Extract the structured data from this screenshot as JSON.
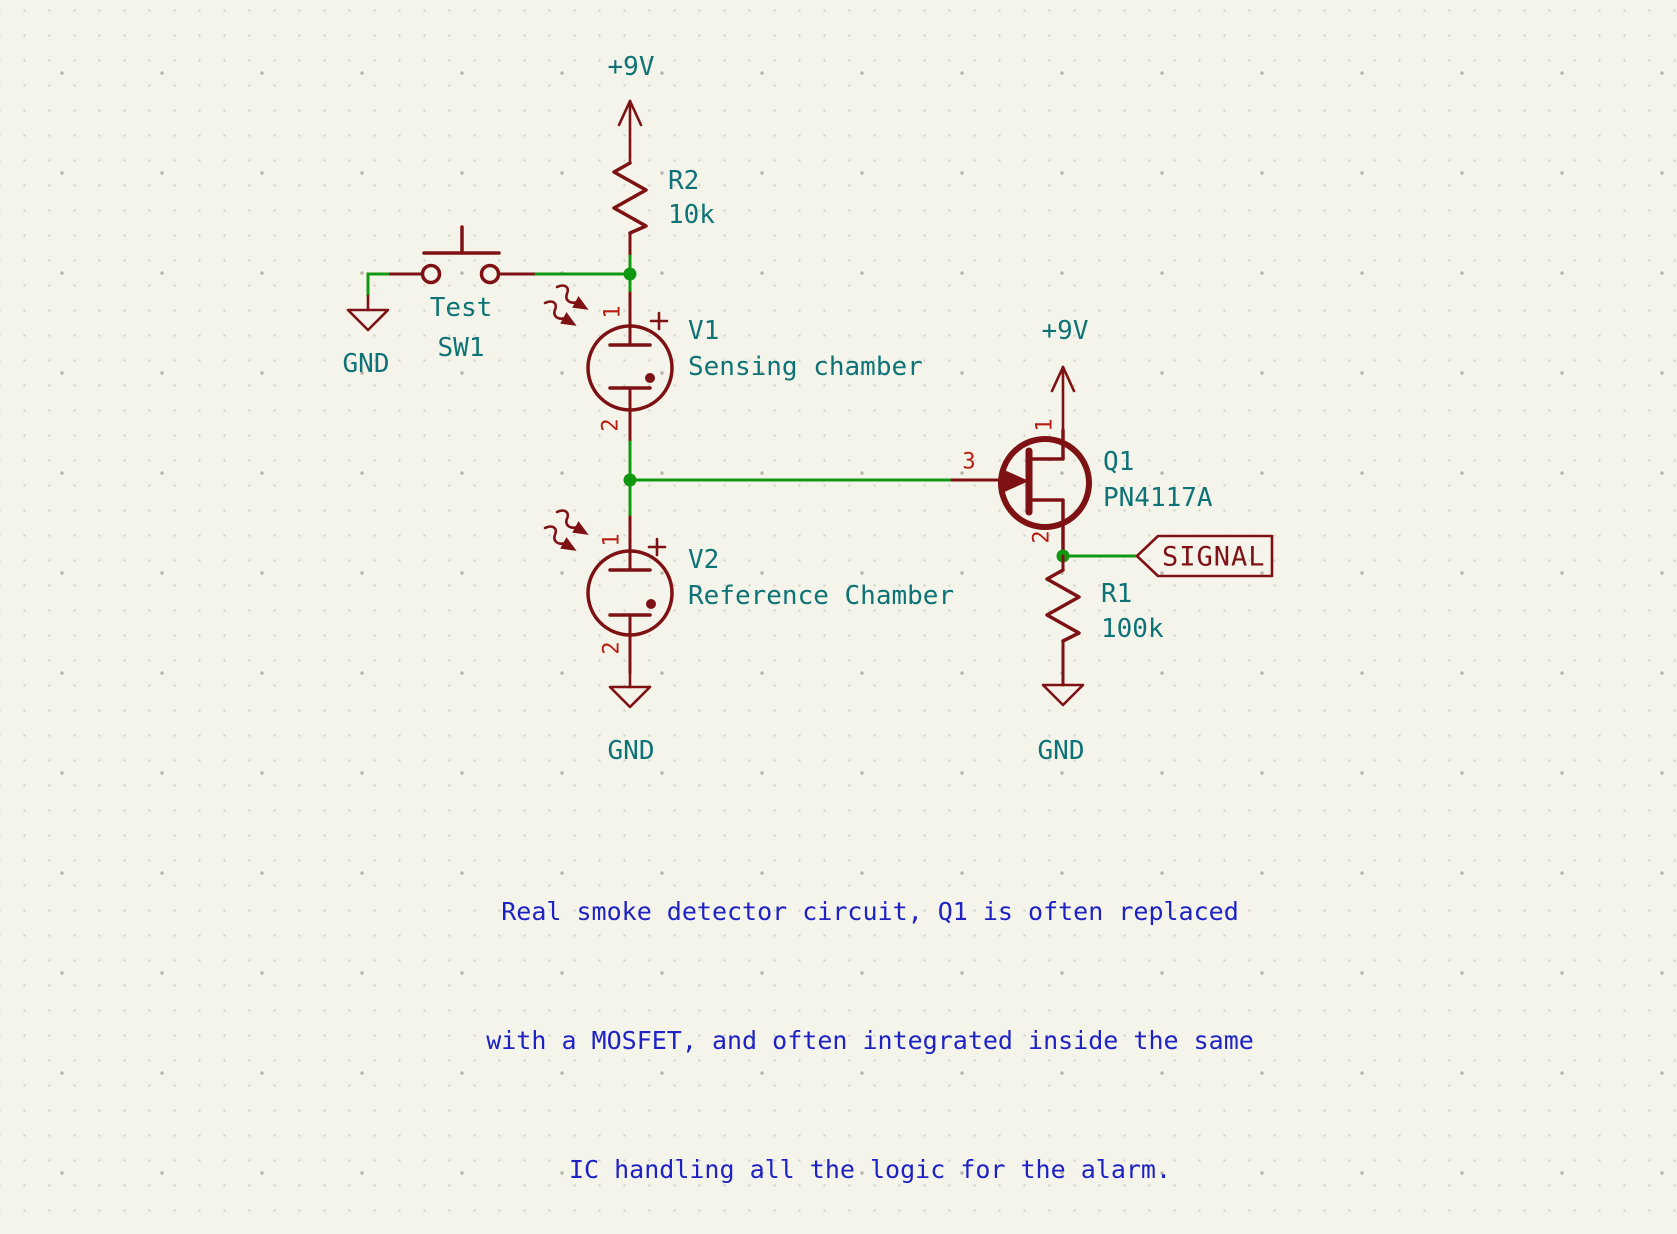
{
  "app": {
    "view": "schematic-canvas",
    "document": "smoke detector circuit schematic"
  },
  "colors": {
    "background": "#F5F4EA",
    "symbol": "#7E1114",
    "pin_number": "#B81D12",
    "field": "#0E7376",
    "wire": "#119711",
    "note": "#1E22C4",
    "grid_dot": "#D2D0C5",
    "grid_dot_major": "#B8B6AB"
  },
  "power": {
    "left": "+9V",
    "right": "+9V"
  },
  "components": {
    "r2": {
      "ref": "R2",
      "value": "10k"
    },
    "r1": {
      "ref": "R1",
      "value": "100k"
    },
    "sw1": {
      "label": "Test",
      "ref": "SW1"
    },
    "v1": {
      "ref": "V1",
      "desc": "Sensing chamber",
      "pin_top": "1",
      "pin_bottom": "2"
    },
    "v2": {
      "ref": "V2",
      "desc": "Reference Chamber",
      "pin_top": "1",
      "pin_bottom": "2"
    },
    "q1": {
      "ref": "Q1",
      "part": "PN4117A",
      "pin_drain": "1",
      "pin_source": "2",
      "pin_gate": "3"
    }
  },
  "grounds": {
    "left": "GND",
    "middle": "GND",
    "right": "GND"
  },
  "net_labels": {
    "signal": "SIGNAL"
  },
  "note": {
    "line1": "Real smoke detector circuit, Q1 is often replaced",
    "line2": "with a MOSFET, and often integrated inside the same",
    "line3": "IC handling all the logic for the alarm."
  }
}
